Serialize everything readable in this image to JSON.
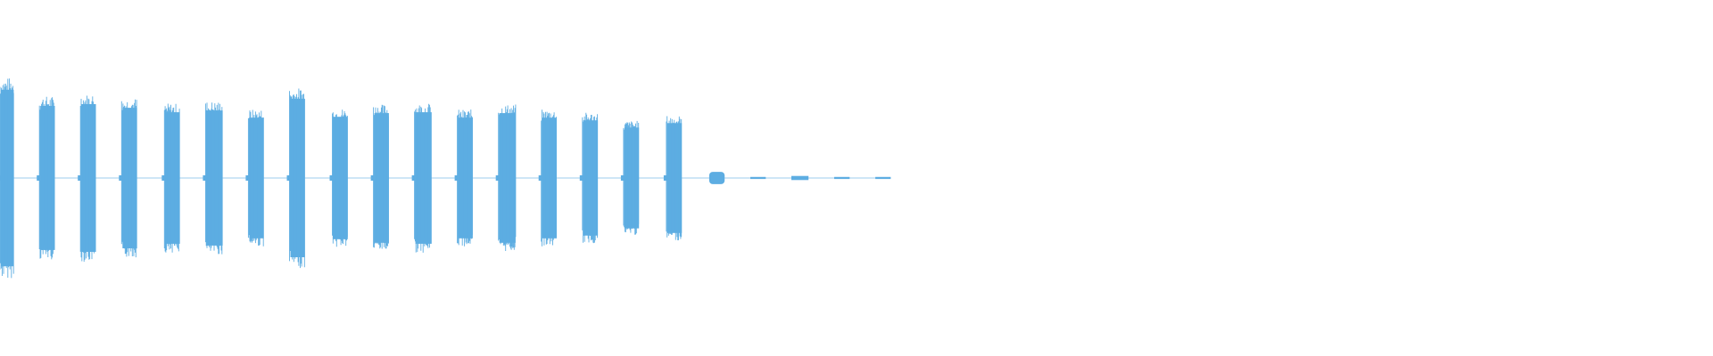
{
  "colors": {
    "background": "#ffffff",
    "waveform": "#5dade2"
  },
  "waveform": {
    "bursts": [
      {
        "peak": 0.98,
        "t0": 0.0,
        "t1": 0.008
      },
      {
        "peak": 0.8,
        "t0": 0.023,
        "t1": 0.032
      },
      {
        "peak": 0.82,
        "t0": 0.047,
        "t1": 0.056
      },
      {
        "peak": 0.78,
        "t0": 0.071,
        "t1": 0.08
      },
      {
        "peak": 0.73,
        "t0": 0.096,
        "t1": 0.105
      },
      {
        "peak": 0.75,
        "t0": 0.12,
        "t1": 0.13
      },
      {
        "peak": 0.67,
        "t0": 0.145,
        "t1": 0.154
      },
      {
        "peak": 0.88,
        "t0": 0.169,
        "t1": 0.178
      },
      {
        "peak": 0.68,
        "t0": 0.194,
        "t1": 0.203
      },
      {
        "peak": 0.72,
        "t0": 0.218,
        "t1": 0.227
      },
      {
        "peak": 0.73,
        "t0": 0.242,
        "t1": 0.252
      },
      {
        "peak": 0.67,
        "t0": 0.267,
        "t1": 0.276
      },
      {
        "peak": 0.72,
        "t0": 0.291,
        "t1": 0.301
      },
      {
        "peak": 0.67,
        "t0": 0.316,
        "t1": 0.325
      },
      {
        "peak": 0.64,
        "t0": 0.34,
        "t1": 0.349
      },
      {
        "peak": 0.56,
        "t0": 0.364,
        "t1": 0.373
      },
      {
        "peak": 0.61,
        "t0": 0.389,
        "t1": 0.398
      },
      {
        "peak": 0.06,
        "t0": 0.414,
        "t1": 0.423
      },
      {
        "peak": 0.01,
        "t0": 0.438,
        "t1": 0.447
      },
      {
        "peak": 0.02,
        "t0": 0.462,
        "t1": 0.472
      },
      {
        "peak": 0.01,
        "t0": 0.487,
        "t1": 0.496
      },
      {
        "peak": 0.01,
        "t0": 0.511,
        "t1": 0.52
      }
    ]
  }
}
